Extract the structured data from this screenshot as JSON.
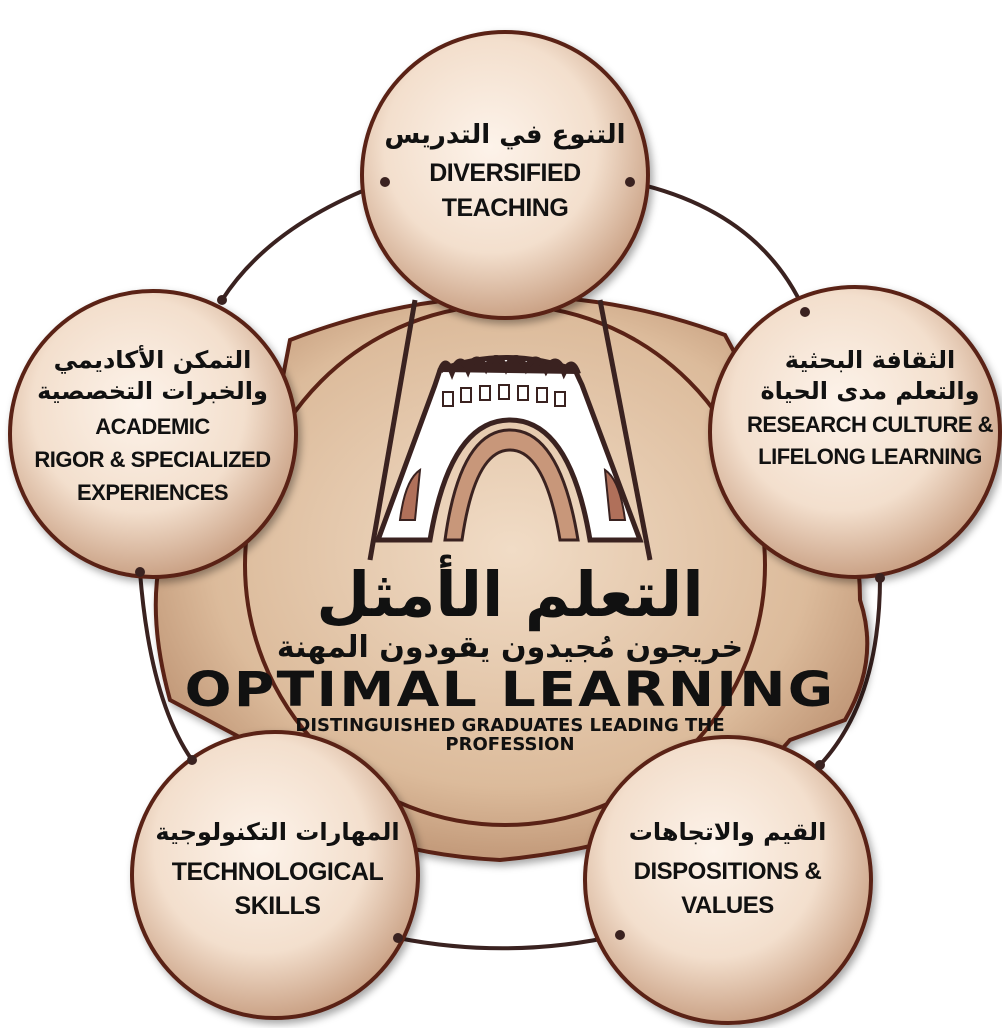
{
  "center": {
    "title_ar": "التعلم الأمثل",
    "subtitle_ar": "خريجون مُجيدون يقودون المهنة",
    "title_en": "OPTIMAL LEARNING",
    "subtitle_en": "DISTINGUISHED GRADUATES LEADING THE PROFESSION"
  },
  "nodes": {
    "top": {
      "ar": "التنوع في التدريس",
      "en_line1": "DIVERSIFIED",
      "en_line2": "TEACHING"
    },
    "right": {
      "ar_line1": "الثقافة البحثية",
      "ar_line2": "والتعلم مدى الحياة",
      "en_line1": "RESEARCH CULTURE &",
      "en_line2": "LIFELONG LEARNING"
    },
    "left": {
      "ar_line1": "التمكن الأكاديمي",
      "ar_line2": "والخبرات التخصصية",
      "en_line1": "ACADEMIC",
      "en_line2": "RIGOR & SPECIALIZED",
      "en_line3": "EXPERIENCES"
    },
    "bottom_left": {
      "ar": "المهارات التكنولوجية",
      "en_line1": "TECHNOLOGICAL",
      "en_line2": "SKILLS"
    },
    "bottom_right": {
      "ar": "القيم والاتجاهات",
      "en_line1": "DISPOSITIONS &",
      "en_line2": "VALUES"
    }
  },
  "colors": {
    "bubble_light": "#fdf3ea",
    "bubble_mid": "#f1d9c4",
    "bubble_dark": "#b98a6a",
    "outline": "#5a2313",
    "connector": "#3a2220",
    "center_fill": "#e3c5a8",
    "arch": "#c8977a"
  },
  "icons": {
    "center_emblem": "arch-gate-icon"
  }
}
